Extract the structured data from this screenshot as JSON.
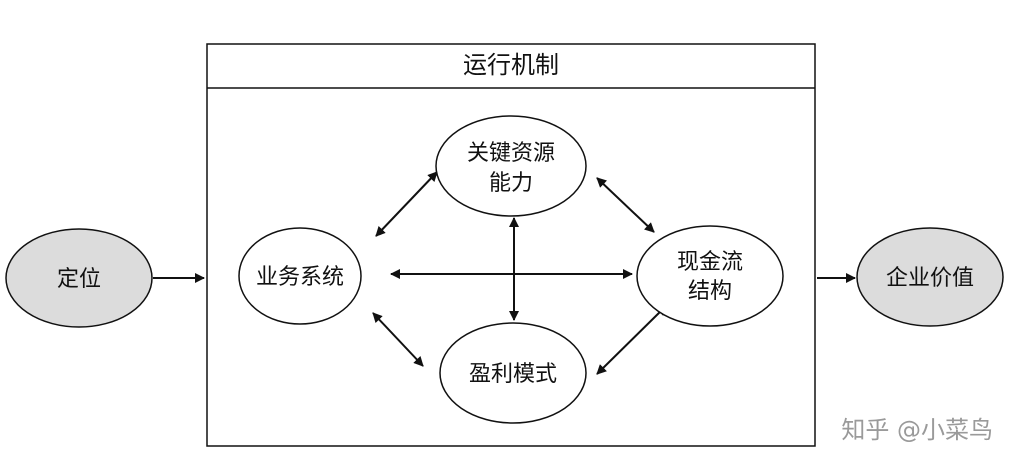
{
  "frame": {
    "title": "运行机制"
  },
  "nodes": {
    "positioning": {
      "label": "定位"
    },
    "business_system": {
      "label": "业务系统"
    },
    "key_resources": {
      "line1": "关键资源",
      "line2": "能力"
    },
    "profit_model": {
      "label": "盈利模式"
    },
    "cash_flow": {
      "line1": "现金流",
      "line2": "结构"
    },
    "enterprise_value": {
      "label": "企业价值"
    }
  },
  "watermark": {
    "text": "知乎 @小菜鸟"
  },
  "colors": {
    "outline": "#111111",
    "outer_node_fill": "#dcdcdc",
    "inner_node_fill": "#ffffff",
    "watermark": "#9a9a9a"
  }
}
